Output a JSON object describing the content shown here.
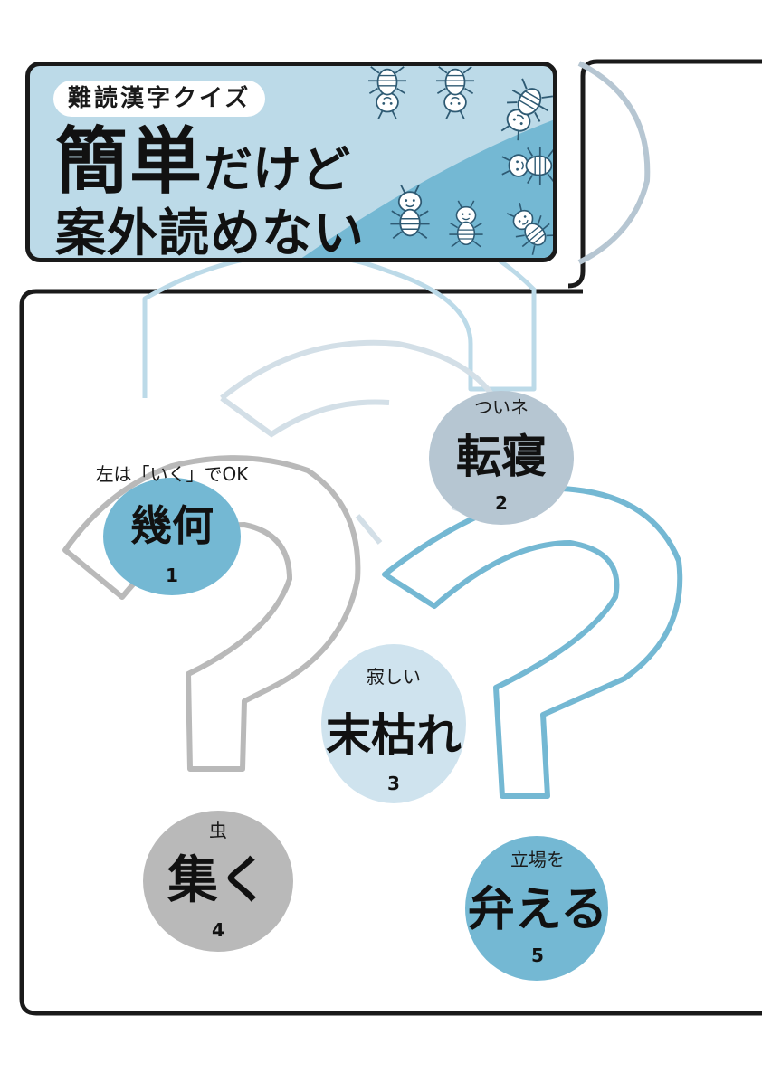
{
  "header": {
    "tag": "難読漢字クイズ",
    "title_big": "簡単",
    "title_small": "だけど",
    "title_line2": "案外読めない"
  },
  "colors": {
    "blue": "#74b8d3",
    "pale_blue": "#bcdae8",
    "light_blue": "#cfe3ee",
    "slate": "#b6c6d2",
    "gray": "#b9b9b9",
    "outline": "#1a1a1a"
  },
  "icons": [
    "bug-icon"
  ],
  "quiz": [
    {
      "number": "1",
      "word": "幾何",
      "hint": "左は「いく」でOK"
    },
    {
      "number": "2",
      "word": "転寝",
      "hint": "ついネ"
    },
    {
      "number": "3",
      "word": "末枯れ",
      "hint": "寂しい"
    },
    {
      "number": "4",
      "word": "集く",
      "hint": "虫"
    },
    {
      "number": "5",
      "word": "弁える",
      "hint": "立場を"
    }
  ]
}
